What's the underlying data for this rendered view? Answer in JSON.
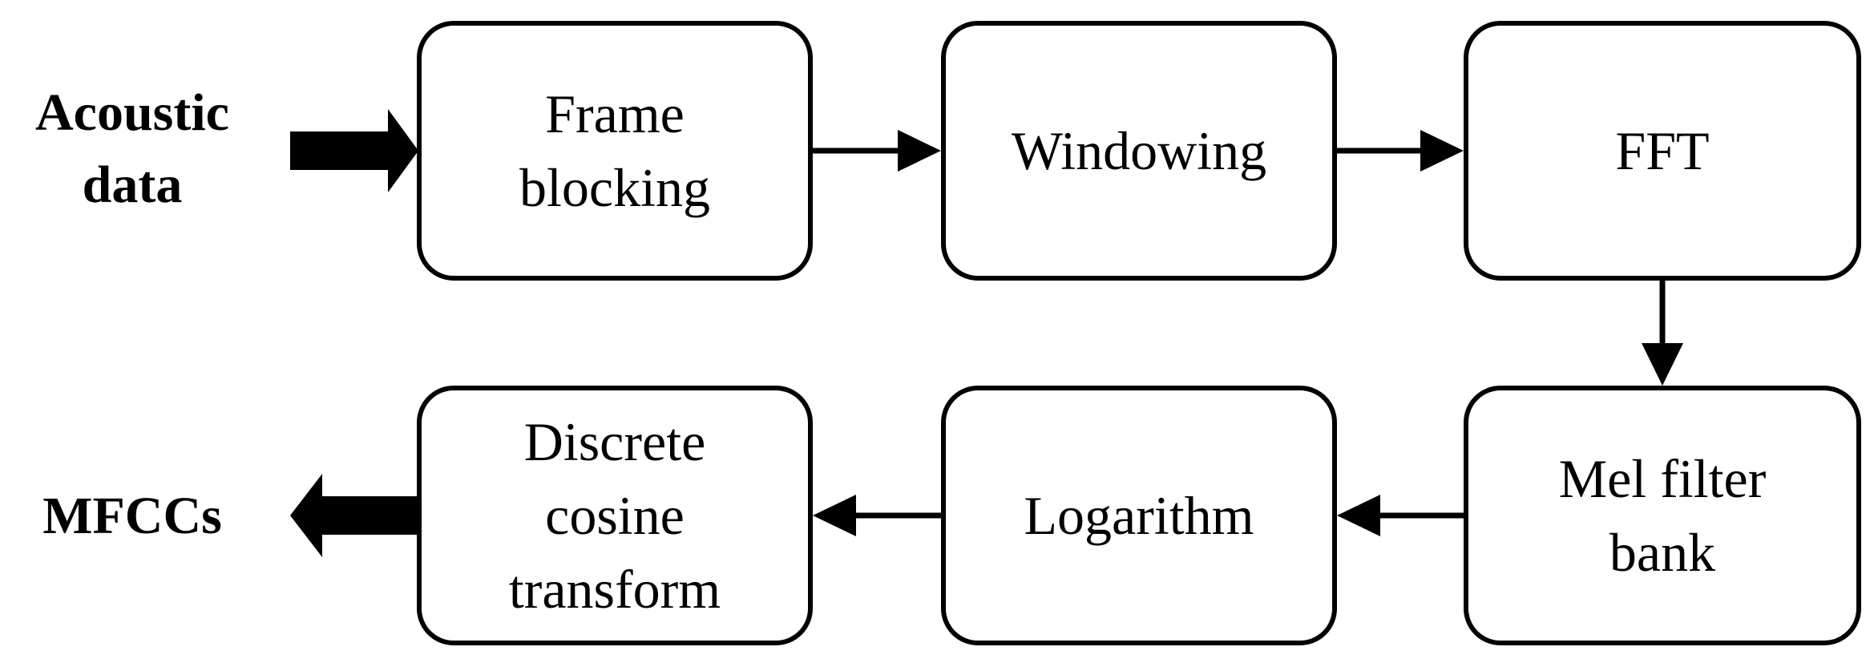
{
  "diagram": {
    "input_label": "Acoustic\ndata",
    "output_label": "MFCCs",
    "steps": [
      {
        "id": "frame-blocking",
        "label": "Frame\nblocking"
      },
      {
        "id": "windowing",
        "label": "Windowing"
      },
      {
        "id": "fft",
        "label": "FFT"
      },
      {
        "id": "mel-filter-bank",
        "label": "Mel filter\nbank"
      },
      {
        "id": "logarithm",
        "label": "Logarithm"
      },
      {
        "id": "dct",
        "label": "Discrete\ncosine\ntransform"
      }
    ],
    "colors": {
      "stroke": "#000000",
      "background": "#ffffff"
    }
  }
}
